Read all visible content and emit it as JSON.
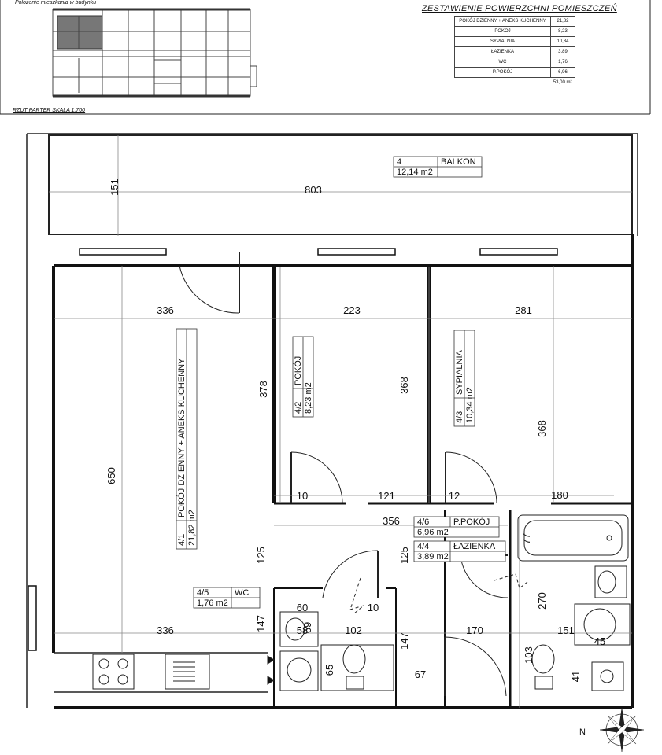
{
  "location_caption": "Położenie mieszkania w budynku",
  "scale_caption": "RZUT PARTER SKALA 1:700",
  "summary": {
    "title": "ZESTAWIENIE POWIERZCHNI POMIESZCZEŃ",
    "rows": [
      {
        "name": "POKÓJ DZIENNY + ANEKS KUCHENNY",
        "area": "21,82"
      },
      {
        "name": "POKÓJ",
        "area": "8,23"
      },
      {
        "name": "SYPIALNIA",
        "area": "10,34"
      },
      {
        "name": "ŁAZIENKA",
        "area": "3,89"
      },
      {
        "name": "WC",
        "area": "1,76"
      },
      {
        "name": "P.POKÓJ",
        "area": "6,96"
      }
    ],
    "total": "53,00 m²"
  },
  "rooms": {
    "balkon": {
      "num": "4",
      "name": "BALKON",
      "area": "12,14 m2"
    },
    "dzienny": {
      "num": "4/1",
      "name": "POKÓJ DZIENNY + ANEKS KUCHENNY",
      "area": "21,82 m2"
    },
    "pokoj": {
      "num": "4/2",
      "name": "POKÓJ",
      "area": "8,23 m2"
    },
    "sypialnia": {
      "num": "4/3",
      "name": "SYPIALNIA",
      "area": "10,34 m2"
    },
    "ppokoj": {
      "num": "4/6",
      "name": "P.POKÓJ",
      "area": "6,96 m2"
    },
    "lazienka": {
      "num": "4/4",
      "name": "ŁAZIENKA",
      "area": "3,89 m2"
    },
    "wc": {
      "num": "4/5",
      "name": "WC",
      "area": "1,76 m2"
    }
  },
  "dims": {
    "d151": "151",
    "d803": "803",
    "d336a": "336",
    "d223": "223",
    "d281": "281",
    "d378": "378",
    "d368a": "368",
    "d368b": "368",
    "d650": "650",
    "d10a": "10",
    "d121": "121",
    "d12": "12",
    "d180": "180",
    "d356": "356",
    "d125a": "125",
    "d125b": "125",
    "d77": "77",
    "d270": "270",
    "d60": "60",
    "d10b": "10",
    "d147a": "147",
    "d58": "58",
    "d69": "69",
    "d102": "102",
    "d147b": "147",
    "d170": "170",
    "d151b": "151",
    "d45": "45",
    "d336b": "336",
    "d65": "65",
    "d67": "67",
    "d103": "103",
    "d41": "41"
  },
  "compass_label": "N"
}
